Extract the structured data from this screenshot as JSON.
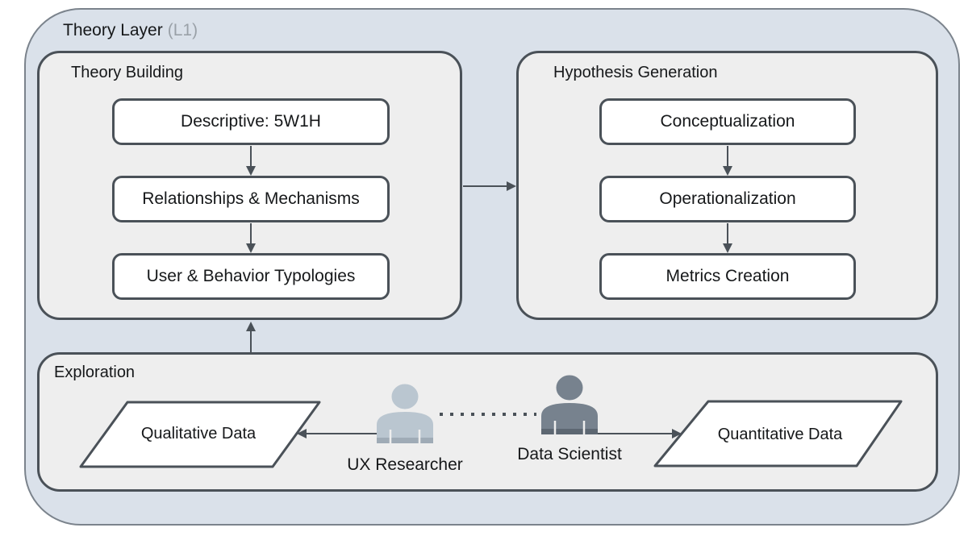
{
  "title": {
    "main": "Theory Layer",
    "suffix": "(L1)"
  },
  "sections": {
    "theory_building": {
      "label": "Theory Building",
      "nodes": [
        "Descriptive: 5W1H",
        "Relationships & Mechanisms",
        "User & Behavior Typologies"
      ]
    },
    "hypothesis_generation": {
      "label": "Hypothesis Generation",
      "nodes": [
        "Conceptualization",
        "Operationalization",
        "Metrics Creation"
      ]
    },
    "exploration": {
      "label": "Exploration",
      "qualitative_label": "Qualitative Data",
      "quantitative_label": "Quantitative Data",
      "actors": [
        {
          "label": "UX Researcher",
          "color": "#bac6d0",
          "band_color": "#9fabb6"
        },
        {
          "label": "Data Scientist",
          "color": "#77828e",
          "band_color": "#5d6772"
        }
      ]
    }
  },
  "colors": {
    "outline": "#4a5158",
    "outer_fill": "#dae1ea",
    "outer_border": "#7b838c",
    "section_fill": "#eeeeee",
    "node_fill": "#ffffff",
    "muted_text": "#9aa1a8"
  }
}
